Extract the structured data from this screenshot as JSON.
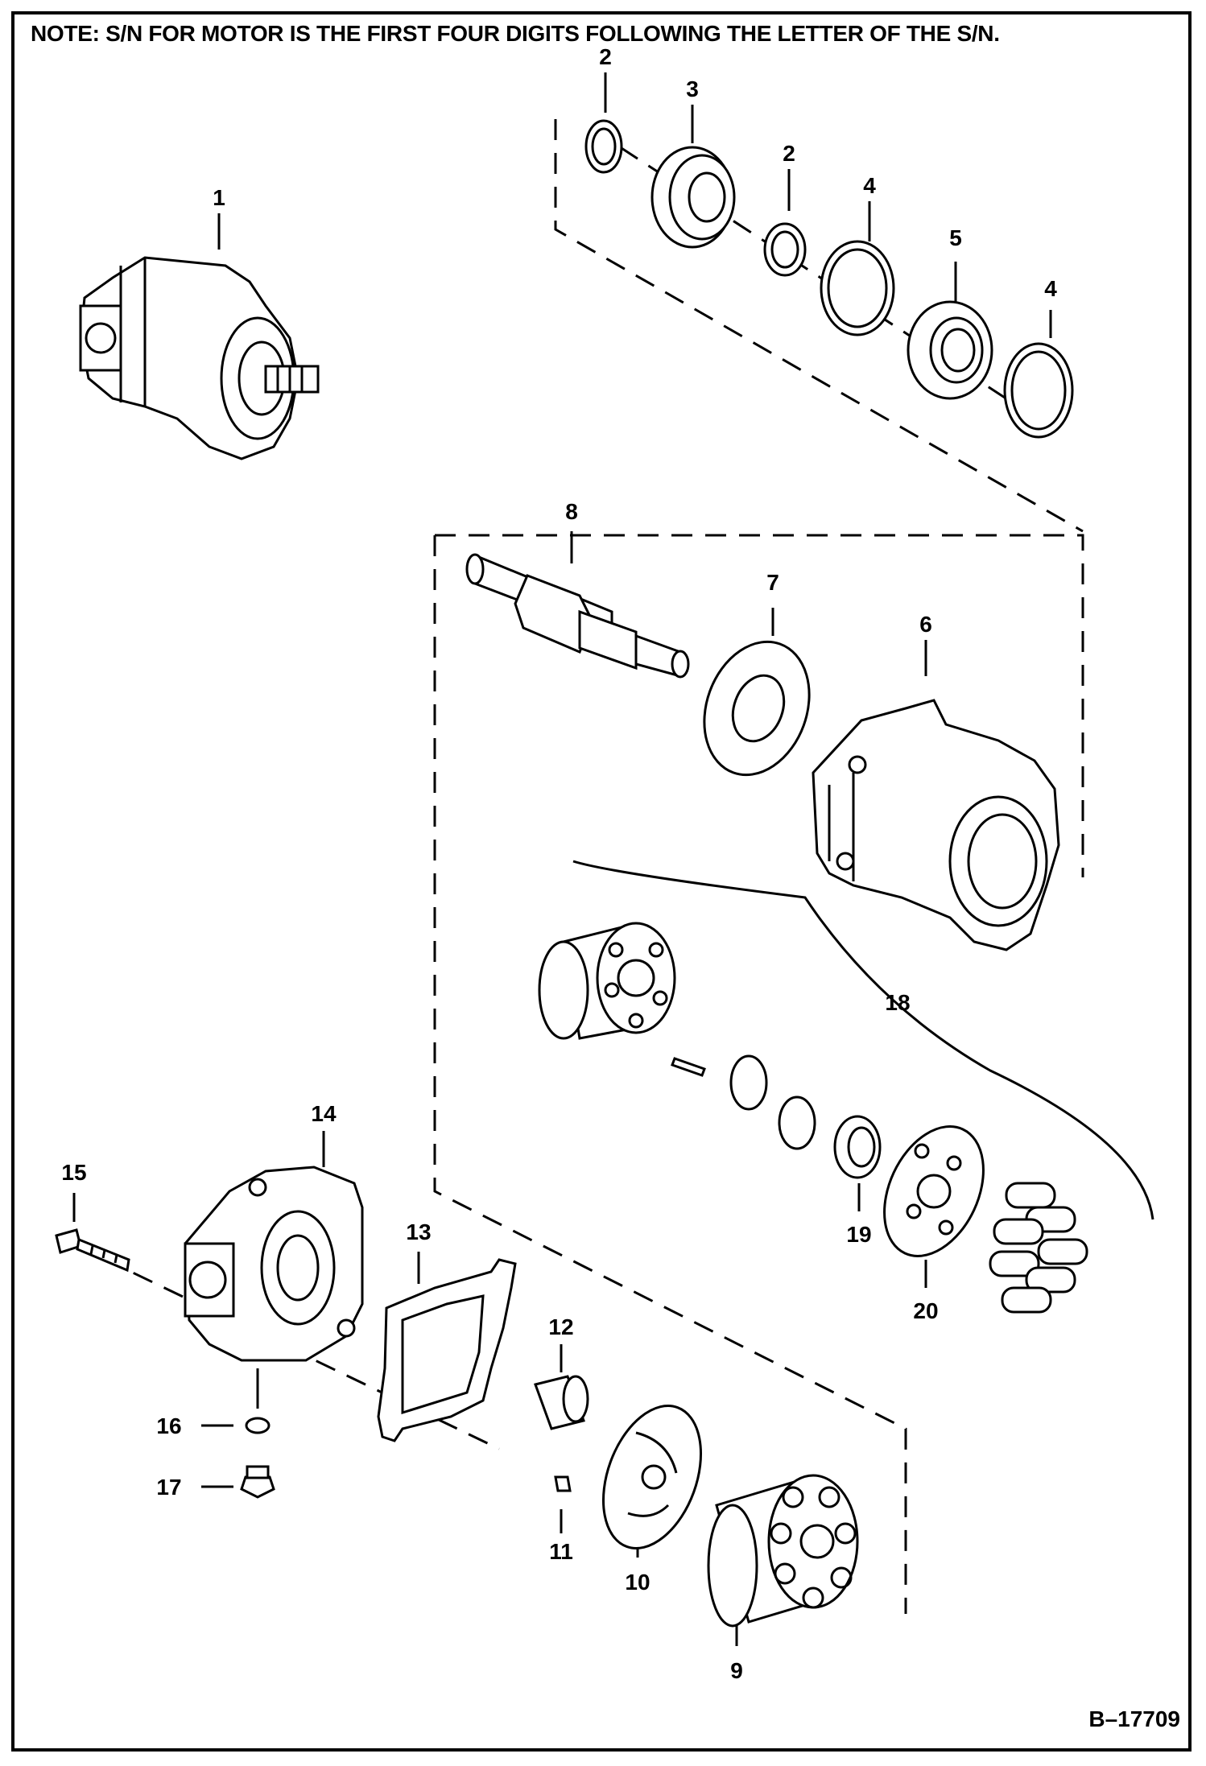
{
  "note": {
    "label": "NOTE:",
    "text": "S/N FOR MOTOR IS THE FIRST FOUR DIGITS FOLLOWING THE LETTER OF THE S/N."
  },
  "callouts": {
    "c1": "1",
    "c2a": "2",
    "c2b": "2",
    "c3": "3",
    "c4a": "4",
    "c4b": "4",
    "c5": "5",
    "c6": "6",
    "c7": "7",
    "c8": "8",
    "c9": "9",
    "c10": "10",
    "c11": "11",
    "c12": "12",
    "c13": "13",
    "c14": "14",
    "c15": "15",
    "c16": "16",
    "c17": "17",
    "c18": "18",
    "c19": "19",
    "c20": "20"
  },
  "drawing_id": "B–17709"
}
